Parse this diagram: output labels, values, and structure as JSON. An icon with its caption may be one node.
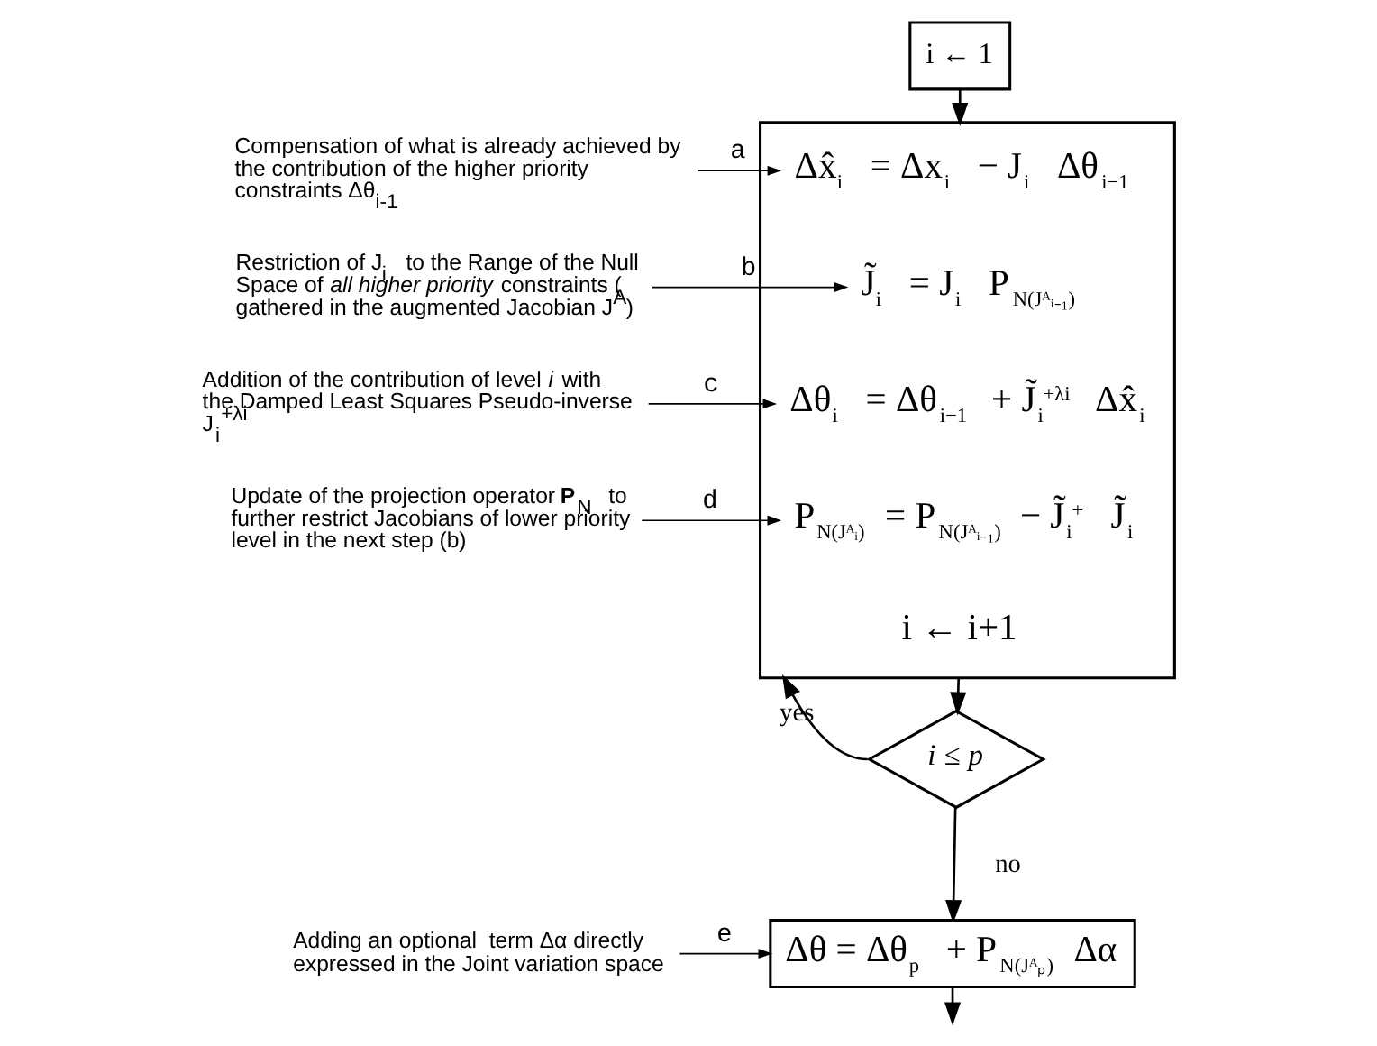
{
  "diagram": {
    "nodes": [
      {
        "text": [
          "i ← 1"
        ]
      },
      {
        "text": [],
        "shape": "box"
      },
      {
        "text": [
          "Δx̂$_{i}$ = Δx$_{i}$ − J$_{i}$ Δθ$_{i−1}$"
        ],
        "in": 1
      },
      {
        "text": [
          "J̃$_{i}$ = J$_{i}$ P$_{N(Jᴬᵢ₋₁)}$"
        ],
        "in": 1
      },
      {
        "text": [
          "Δθ$_{i}$ = Δθ$_{i−1}$ + J̃$_{i}$$^{+λi}$ Δx̂$_{i}$"
        ],
        "in": 1
      },
      {
        "text": [
          "P$_{N(Jᴬᵢ)}$ = P$_{N(Jᴬᵢ₋₁)}$ − J̃$_{i}$$^{+}$ J̃$_{i}$"
        ],
        "in": 1
      },
      {
        "text": [
          "i ← i+1"
        ],
        "in": 1
      },
      {
        "text": [
          "*i* ≤ *p*"
        ]
      },
      {
        "text": [
          "Δθ = Δθ$_{p}$ + P$_{N(Jᴬₚ)}$ Δα"
        ]
      },
      {
        "text": [
          "Compensation of what is already achieved by the contribution of the higher priority constraints Δθ$_{i-1}$"
        ]
      },
      {
        "text": [
          "Restriction of J$_{i}$ to the Range of the Null Space of *all higher priority* constraints ( gathered in the augmented Jacobian J$^{A}$)"
        ]
      },
      {
        "text": [
          "Addition of the contribution of level *i* with the Damped Least Squares Pseudo-inverse J$_{i}$$^{+λi}$"
        ]
      },
      {
        "text": [
          "Update of the projection operator **P**$_{N}$ to further restrict Jacobians of lower priority level in the next step (b)"
        ]
      },
      {
        "text": [
          "Adding an optional  term Δα directly expressed in the Joint variation space"
        ]
      }
    ],
    "edges": [
      {
        "from": 0,
        "to": 1,
        "arrow": "to"
      },
      {
        "from": 1,
        "to": 7,
        "arrow": "to"
      },
      {
        "from": 7,
        "to": 1,
        "arrow": "to",
        "label": "yes"
      },
      {
        "from": 7,
        "to": 8,
        "arrow": "to",
        "label": "no"
      },
      {
        "from": 8,
        "to": null,
        "arrow": "to"
      },
      {
        "from": 9,
        "to": 2,
        "arrow": "to",
        "label": "a"
      },
      {
        "from": 10,
        "to": 3,
        "arrow": "to",
        "label": "b"
      },
      {
        "from": 11,
        "to": 4,
        "arrow": "to",
        "label": "c"
      },
      {
        "from": 12,
        "to": 5,
        "arrow": "to",
        "label": "d"
      },
      {
        "from": 13,
        "to": 8,
        "arrow": "to",
        "label": "e"
      }
    ]
  }
}
